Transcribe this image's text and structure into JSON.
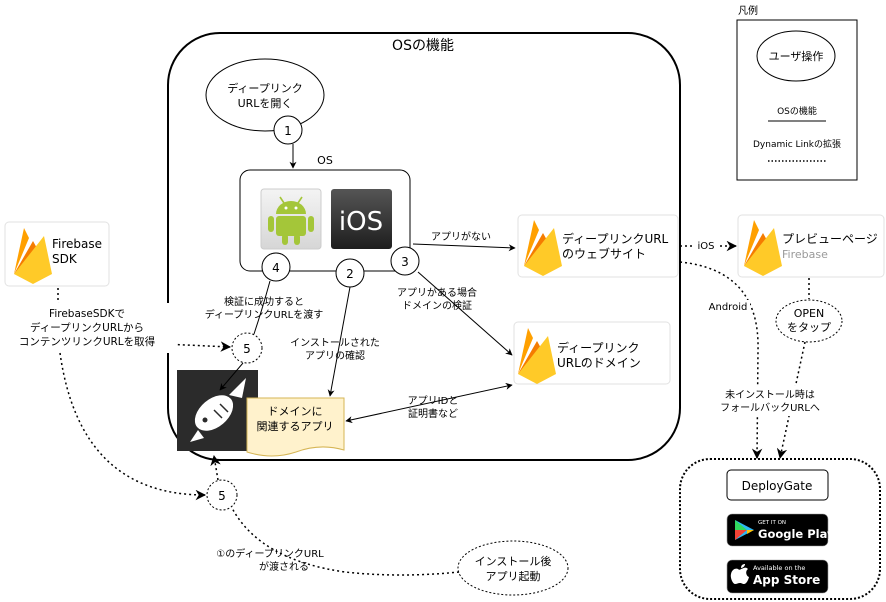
{
  "legend": {
    "title": "凡例",
    "user_action": "ユーザ操作",
    "os_function": "OSの機能",
    "dynamic_link_ext": "Dynamic Linkの拡張"
  },
  "os_box": {
    "title": "OSの機能",
    "device_label": "OS"
  },
  "steps": {
    "open_url": [
      "ディープリンク",
      "URLを開く"
    ],
    "n1": "1",
    "n2": "2",
    "n3": "3",
    "n4": "4",
    "n5a": "5",
    "n5b": "5"
  },
  "edges": {
    "no_app": "アプリがない",
    "app_exists": [
      "アプリがある場合",
      "ドメインの検証"
    ],
    "verify_success": [
      "検証に成功すると",
      "ディープリンクURLを渡す"
    ],
    "install_check": [
      "インストールされた",
      "アプリの確認"
    ],
    "app_id_cert": [
      "アプリIDと",
      "証明書など"
    ],
    "sdk_fetch": [
      "FirebaseSDKで",
      "ディープリンクURLから",
      "コンテンツリンクURLを取得"
    ],
    "ios": "iOS",
    "android": "Android",
    "fallback": [
      "未インストール時は",
      "フォールバックURLへ"
    ],
    "passed_url": [
      "①のディープリンクURL",
      "が渡される"
    ]
  },
  "nodes": {
    "firebase_sdk": [
      "Firebase",
      "SDK"
    ],
    "deeplink_web": [
      "ディープリンクURL",
      "のウェブサイト"
    ],
    "preview_page": "プレビューページ",
    "preview_sub": "Firebase",
    "deeplink_domain": [
      "ディープリンク",
      "URLのドメイン"
    ],
    "domain_doc": [
      "ドメインに",
      "関連するアプリ"
    ],
    "open_tap": [
      "OPEN",
      "をタップ"
    ],
    "install_launch": [
      "インストール後",
      "アプリ起動"
    ],
    "deploygate": "DeployGate",
    "google_play": {
      "small": "GET IT ON",
      "big": "Google Play"
    },
    "app_store": {
      "small": "Available on the",
      "big": "App Store"
    },
    "ios_logo": "iOS"
  },
  "colors": {
    "firebase_yellow": "#FFCA28",
    "firebase_orange": "#F57C00",
    "firebase_amber": "#FFA000",
    "android_green": "#A4C639",
    "doc_fill": "#FFF2CC",
    "dark": "#2B2B2B"
  }
}
